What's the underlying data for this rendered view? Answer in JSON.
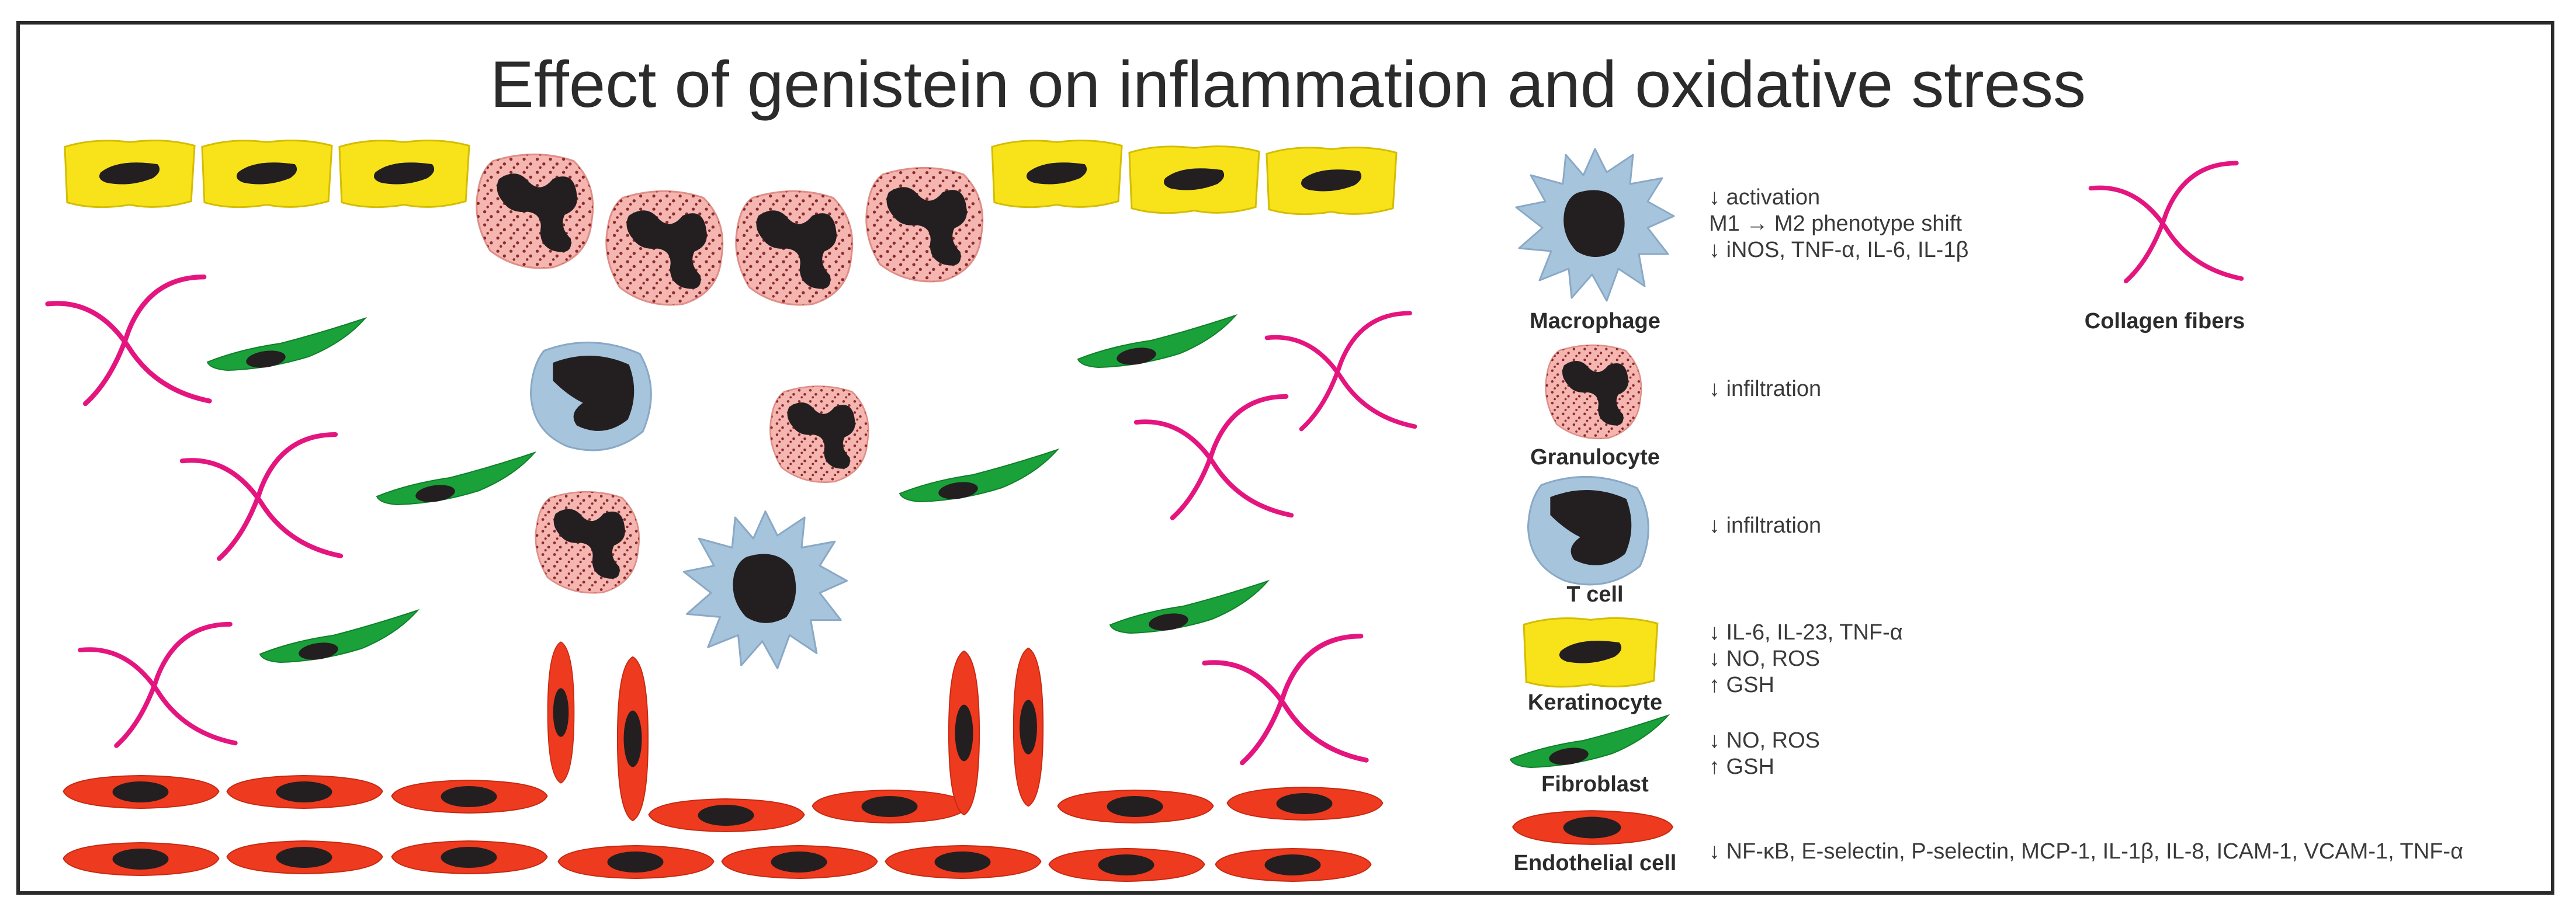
{
  "title": "Effect of genistein on inflammation and oxidative stress",
  "colors": {
    "keratinocyte": "#f8e21a",
    "granulocyte": "#f5b5b0",
    "macrophage": "#a7c4dd",
    "tcell": "#a7c4dd",
    "fibroblast": "#1aa13a",
    "endothelial": "#ee3a1f",
    "collagen": "#e4157f",
    "nucleus": "#231f20"
  },
  "legend": {
    "macrophage": {
      "label": "Macrophage",
      "effects": [
        "↓ activation",
        "M1 → M2 phenotype shift",
        "↓ iNOS, TNF-α, IL-6, IL-1β"
      ]
    },
    "granulocyte": {
      "label": "Granulocyte",
      "effects": [
        "↓ infiltration"
      ]
    },
    "tcell": {
      "label": "T cell",
      "effects": [
        "↓ infiltration"
      ]
    },
    "keratinocyte": {
      "label": "Keratinocyte",
      "effects": [
        "↓ IL-6, IL-23, TNF-α",
        "↓ NO, ROS",
        "↑ GSH"
      ]
    },
    "fibroblast": {
      "label": "Fibroblast",
      "effects": [
        "↓ NO, ROS",
        "↑ GSH"
      ]
    },
    "endothelial": {
      "label": "Endothelial cell",
      "effects": [
        "↓ NF-κB, E-selectin, P-selectin, MCP-1, IL-1β, IL-8, ICAM-1, VCAM-1, TNF-α"
      ]
    },
    "collagen": {
      "label": "Collagen fibers"
    }
  }
}
